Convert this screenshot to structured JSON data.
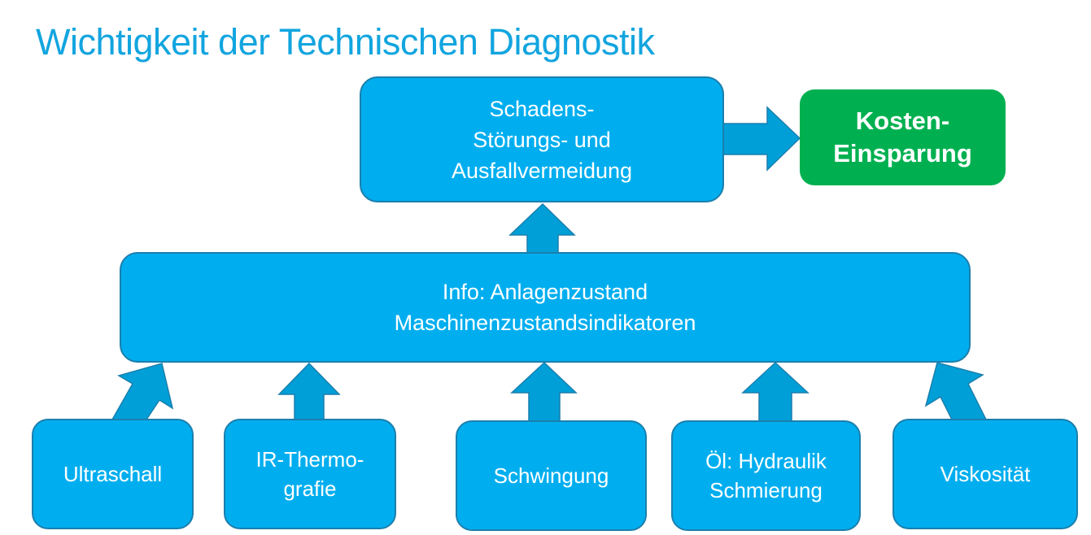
{
  "title": "Wichtigkeit der Technischen Diagnostik",
  "colors": {
    "title": "#12A5DF",
    "box_fill": "#00AEEF",
    "box_border": "#1B7FAD",
    "arrow_fill": "#009FD8",
    "outcome_fill": "#00B050",
    "text": "#FFFFFF"
  },
  "top_box": {
    "lines": [
      "Schadens-",
      "Störungs- und",
      "Ausfallvermeidung"
    ]
  },
  "outcome_box": {
    "lines": [
      "Kosten-",
      "Einsparung"
    ]
  },
  "middle_box": {
    "lines": [
      "Info: Anlagenzustand",
      "Maschinenzustandsindikatoren"
    ]
  },
  "methods": [
    {
      "lines": [
        "Ultraschall"
      ]
    },
    {
      "lines": [
        "IR-Thermo-",
        "grafie"
      ]
    },
    {
      "lines": [
        "Schwingung"
      ]
    },
    {
      "lines": [
        "Öl: Hydraulik",
        "Schmierung"
      ]
    },
    {
      "lines": [
        "Viskosität"
      ]
    }
  ],
  "connections": [
    {
      "from": "Ultraschall",
      "to": "Info: Anlagenzustand"
    },
    {
      "from": "IR-Thermografie",
      "to": "Info: Anlagenzustand"
    },
    {
      "from": "Schwingung",
      "to": "Info: Anlagenzustand"
    },
    {
      "from": "Öl: Hydraulik Schmierung",
      "to": "Info: Anlagenzustand"
    },
    {
      "from": "Viskosität",
      "to": "Info: Anlagenzustand"
    },
    {
      "from": "Info: Anlagenzustand",
      "to": "Schadens- Störungs- und Ausfallvermeidung"
    },
    {
      "from": "Schadens- Störungs- und Ausfallvermeidung",
      "to": "Kosten-Einsparung"
    }
  ]
}
